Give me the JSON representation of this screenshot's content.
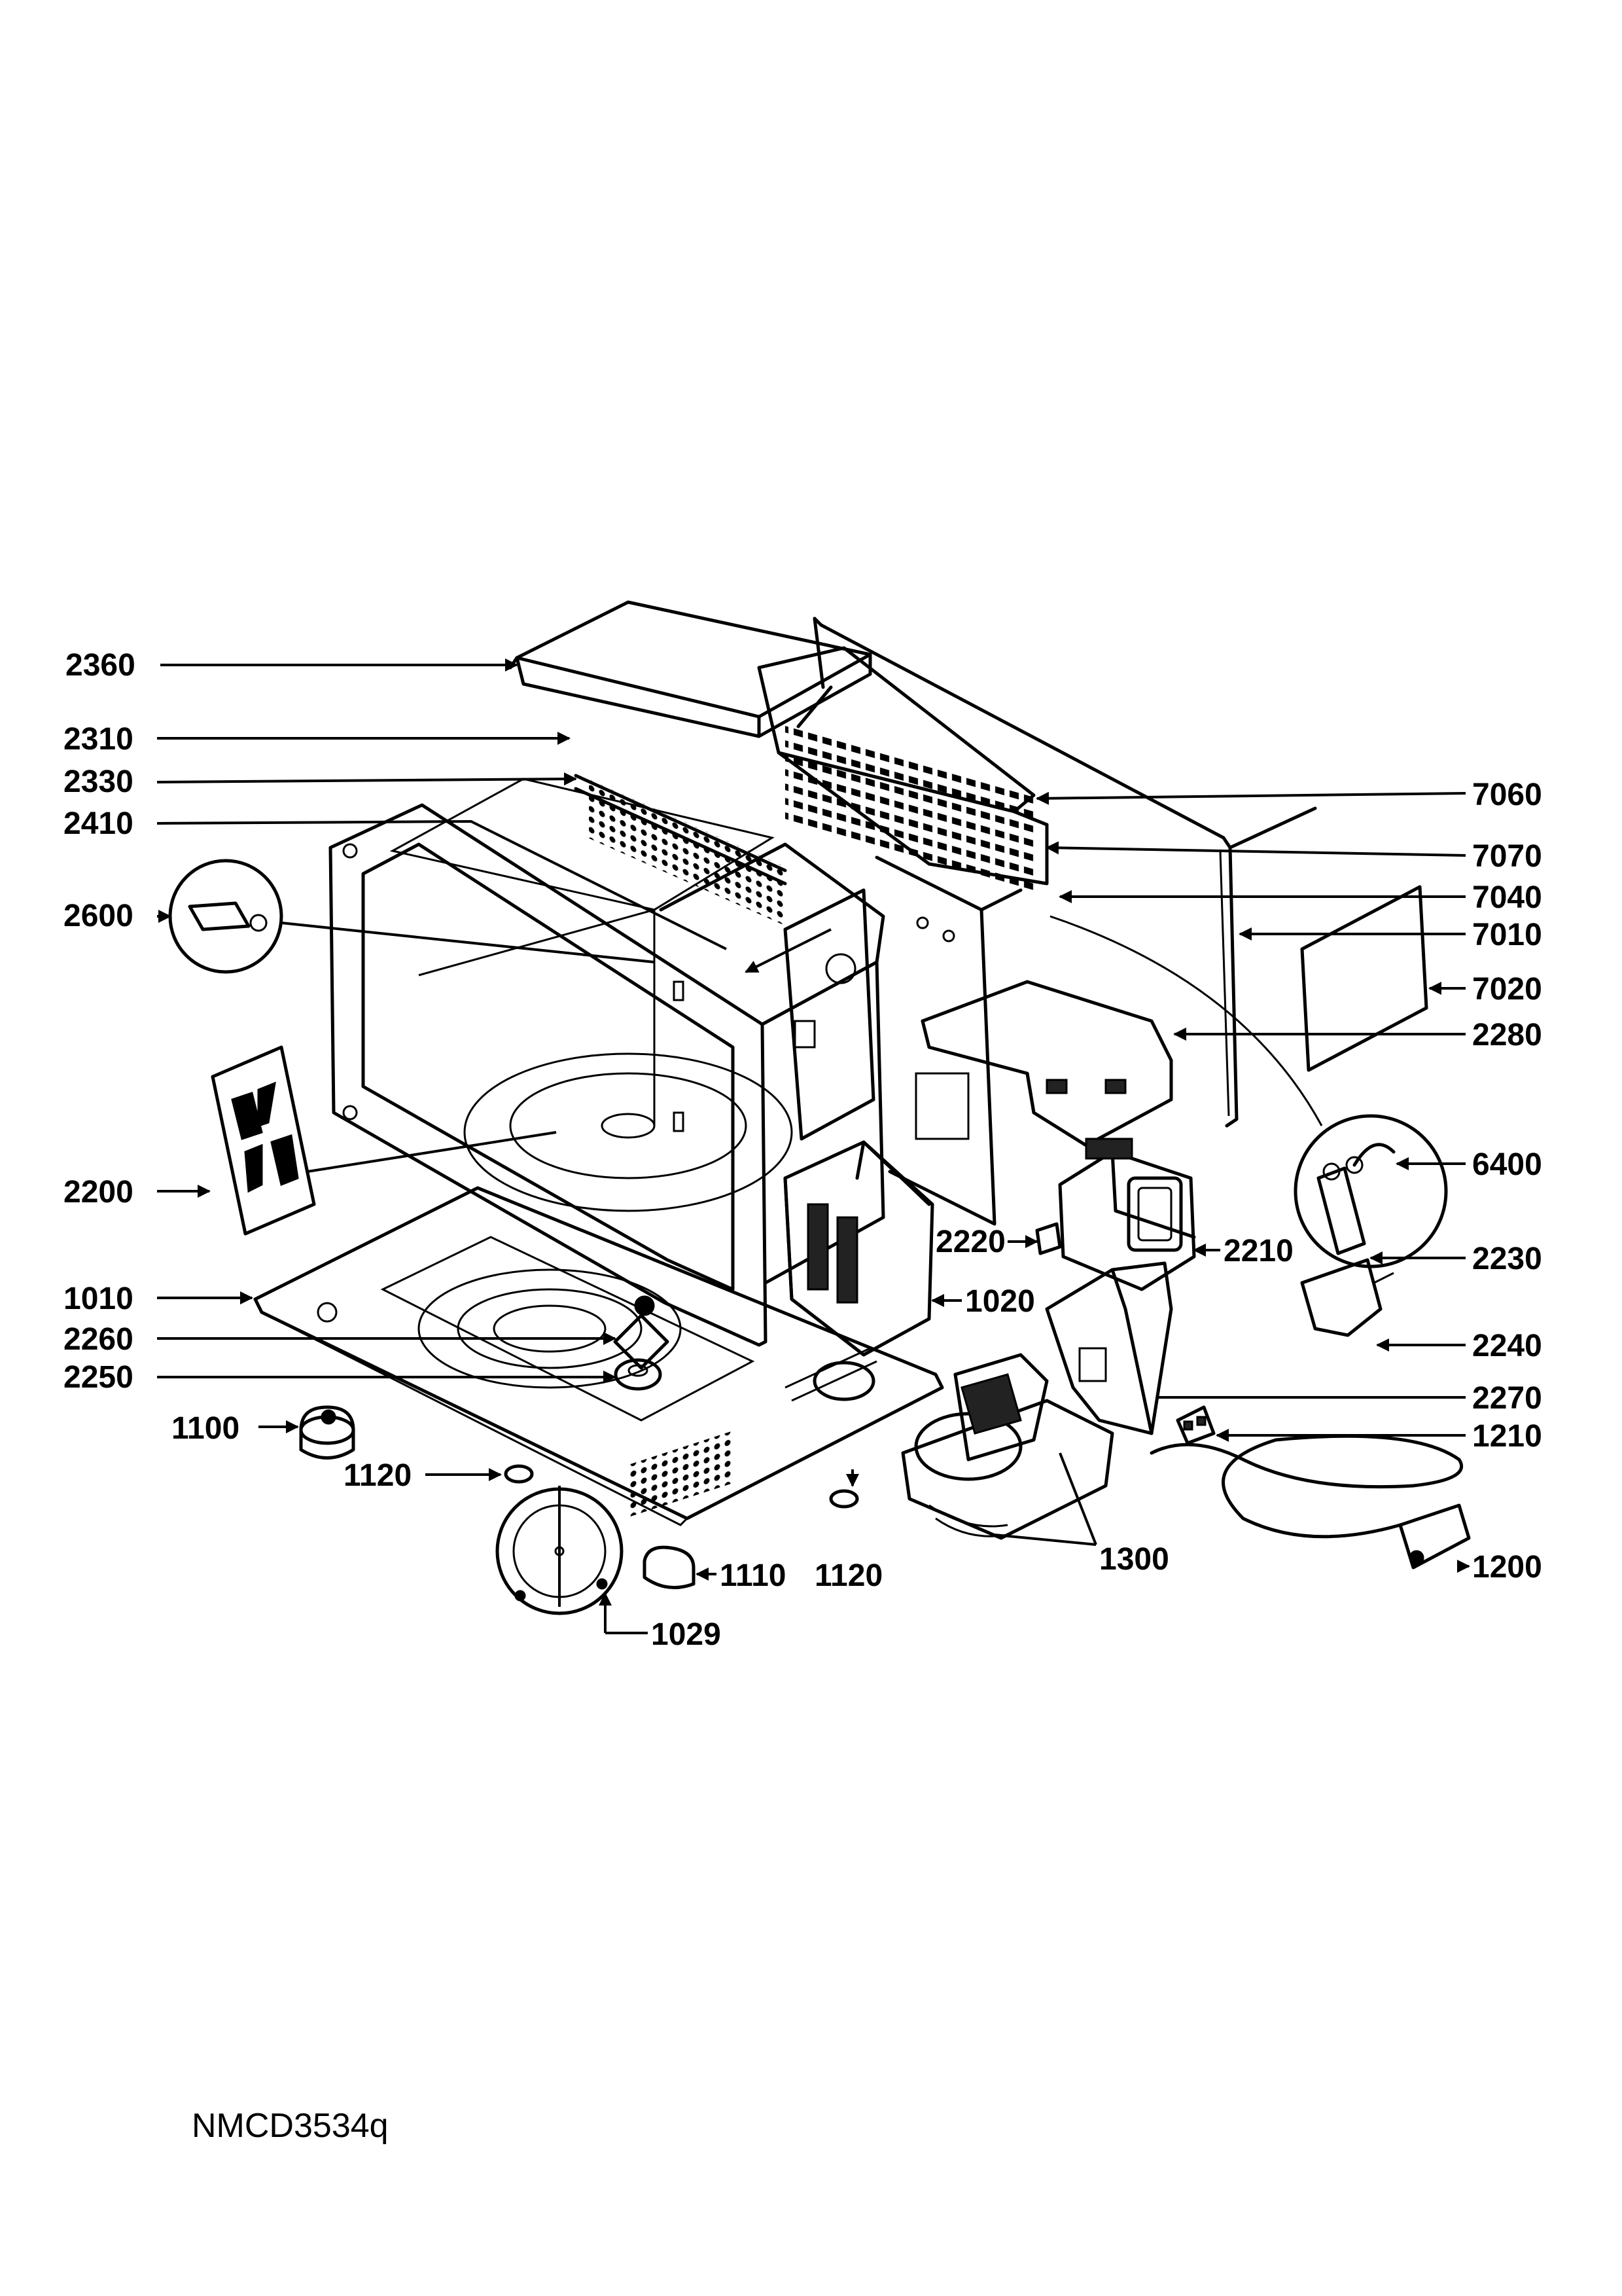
{
  "callouts": {
    "c2360": "2360",
    "c2310": "2310",
    "c2330": "2330",
    "c2410": "2410",
    "c2600": "2600",
    "c2200": "2200",
    "c1010": "1010",
    "c2260": "2260",
    "c2250": "2250",
    "c1100": "1100",
    "c1120a": "1120",
    "c1120b": "1120",
    "c1110": "1110",
    "c1029": "1029",
    "c1020": "1020",
    "c2220": "2220",
    "c2210": "2210",
    "c7060": "7060",
    "c7070": "7070",
    "c7040": "7040",
    "c7010": "7010",
    "c7020": "7020",
    "c2280": "2280",
    "c6400": "6400",
    "c2230": "2230",
    "c2240": "2240",
    "c2270": "2270",
    "c1210": "1210",
    "c1300": "1300",
    "c1200": "1200"
  },
  "drawing_code": "NMCD3534q"
}
